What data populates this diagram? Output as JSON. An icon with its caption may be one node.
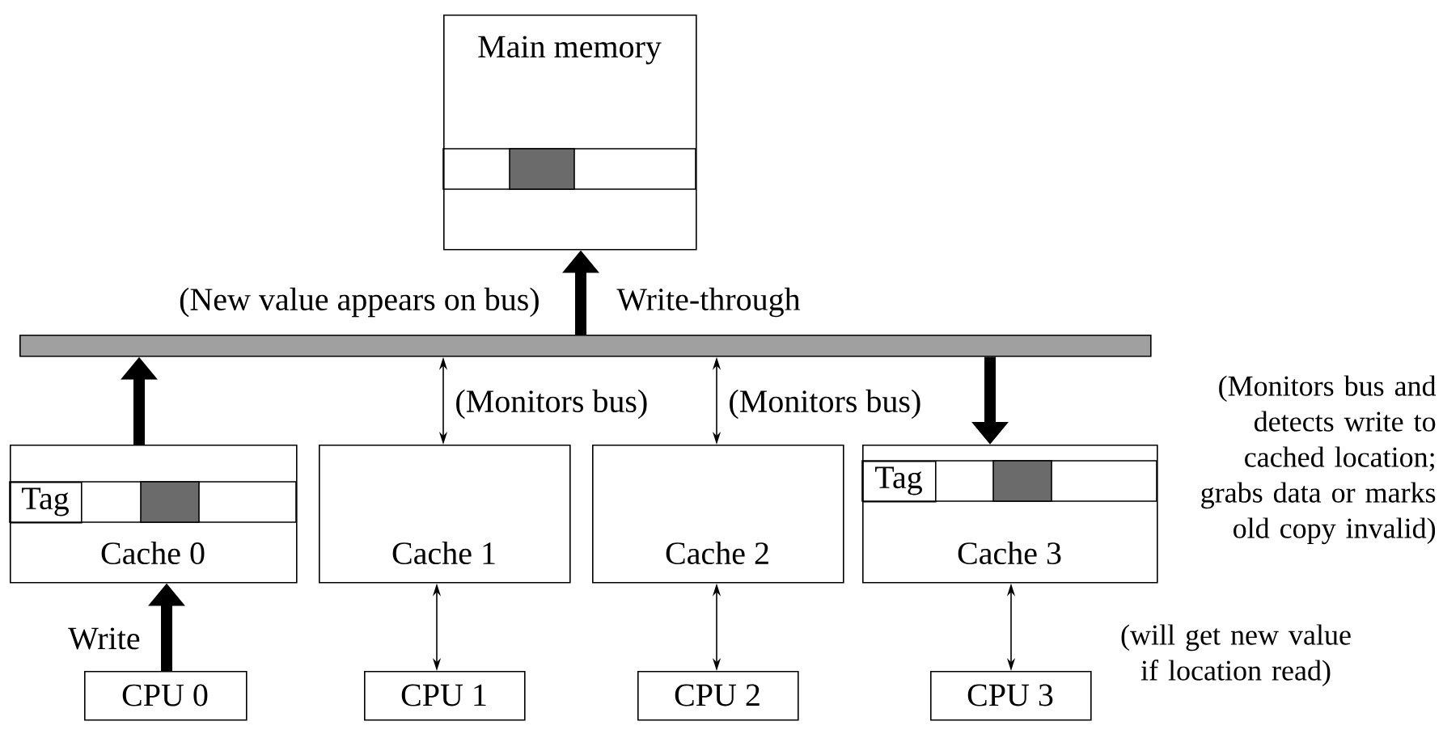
{
  "diagram": {
    "nodes": [
      {
        "text": [
          "Main memory"
        ]
      },
      {
        "text": [],
        "shape": "bar"
      },
      {
        "text": [
          "Cache 0"
        ]
      },
      {
        "text": [
          "Tag"
        ],
        "in": 2
      },
      {
        "text": [
          "Cache 1"
        ]
      },
      {
        "text": [
          "Cache 2"
        ]
      },
      {
        "text": [
          "Cache 3"
        ],
        "beside": [
          "(Monitors bus and detects write to cached location; grabs data or marks old copy invalid)"
        ]
      },
      {
        "text": [
          "Tag"
        ],
        "in": 6
      },
      {
        "text": [
          "CPU 0"
        ]
      },
      {
        "text": [
          "CPU 1"
        ]
      },
      {
        "text": [
          "CPU 2"
        ]
      },
      {
        "text": [
          "CPU 3"
        ],
        "beside": [
          "(will get new value if location read)"
        ]
      }
    ],
    "edges": [
      {
        "from": 1,
        "to": 0,
        "arrow": "to",
        "style": "thick",
        "label": "Write-through"
      },
      {
        "from": 2,
        "to": 1,
        "arrow": "to",
        "style": "thick"
      },
      {
        "from": 1,
        "to": 4,
        "arrow": "both",
        "label": "(Monitors bus)"
      },
      {
        "from": 1,
        "to": 5,
        "arrow": "both",
        "label": "(Monitors bus)"
      },
      {
        "from": 1,
        "to": 6,
        "arrow": "to",
        "style": "thick"
      },
      {
        "from": 8,
        "to": 2,
        "arrow": "to",
        "style": "thick",
        "label": "Write"
      },
      {
        "from": 4,
        "to": 9,
        "arrow": "both"
      },
      {
        "from": 5,
        "to": 10,
        "arrow": "both"
      },
      {
        "from": 6,
        "to": 11,
        "arrow": "both"
      }
    ],
    "labels": [
      "(New value appears on bus)"
    ]
  }
}
